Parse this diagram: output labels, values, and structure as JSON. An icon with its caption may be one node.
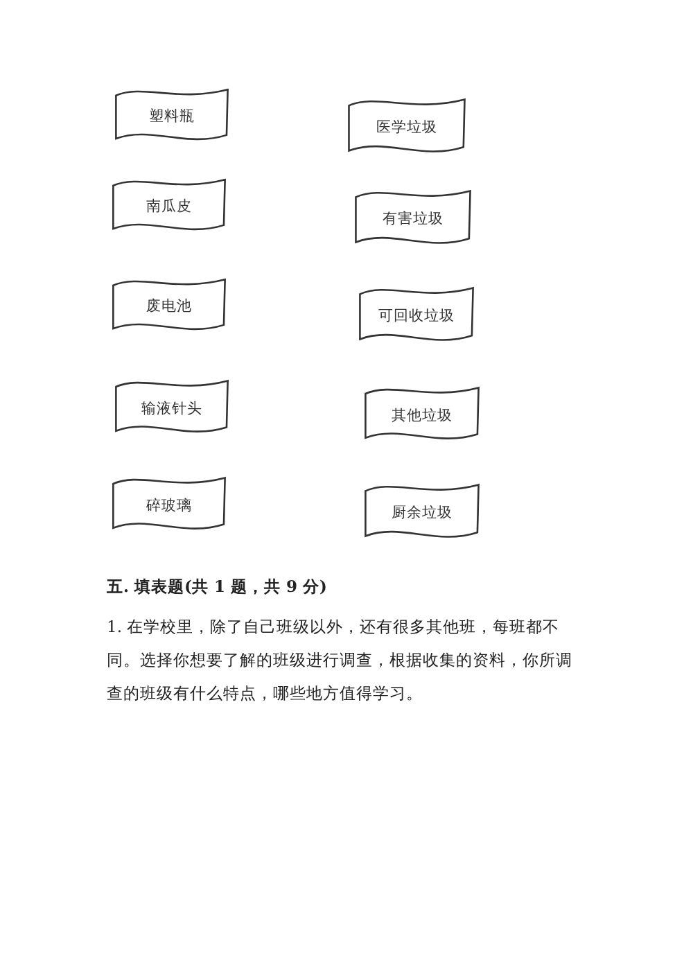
{
  "diagram": {
    "nodes": [
      {
        "text": [
          "塑料瓶"
        ]
      },
      {
        "text": [
          "医学垃圾"
        ]
      },
      {
        "text": [
          "南瓜皮"
        ]
      },
      {
        "text": [
          "有害垃圾"
        ]
      },
      {
        "text": [
          "废电池"
        ]
      },
      {
        "text": [
          "可回收垃圾"
        ]
      },
      {
        "text": [
          "输液针头"
        ]
      },
      {
        "text": [
          "其他垃圾"
        ]
      },
      {
        "text": [
          "碎玻璃"
        ]
      },
      {
        "text": [
          "厨余垃圾"
        ]
      }
    ],
    "labels": [
      "五. 填表题(共 1 题，共 9 分)",
      "1. 在学校里，除了自己班级以外，还有很多其他班，每班都不同。选择你想要了解的班级进行调查，根据收集的资料，你所调查的班级有什么特点，哪些地方值得学习。"
    ]
  }
}
